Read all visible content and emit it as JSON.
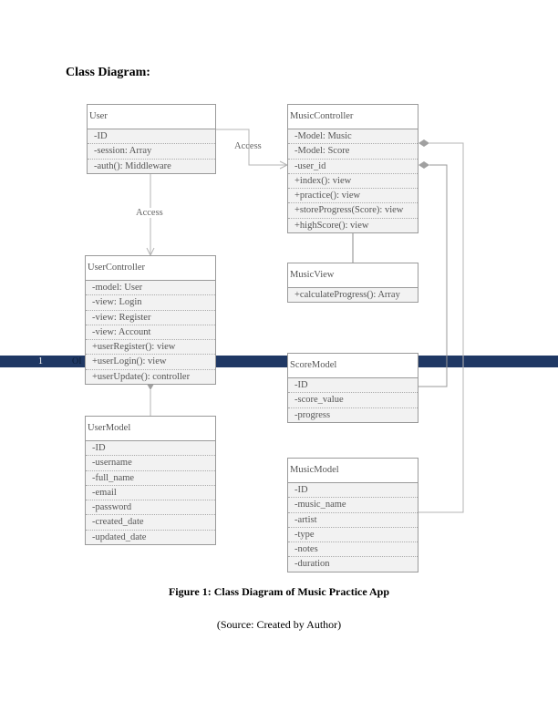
{
  "page": {
    "number": "1",
    "header_fragment": "OI"
  },
  "heading": "Class Diagram:",
  "diagram": {
    "classes": {
      "user": {
        "name": "User",
        "members": [
          "-ID",
          "-session: Array",
          "-auth(): Middleware"
        ]
      },
      "music_controller": {
        "name": "MusicController",
        "members": [
          "-Model: Music",
          "-Model: Score",
          "-user_id",
          "+index(): view",
          "+practice(): view",
          "+storeProgress(Score): view",
          "+highScore(): view"
        ]
      },
      "music_view": {
        "name": "MusicView",
        "members": [
          "+calculateProgress(): Array"
        ]
      },
      "user_controller": {
        "name": "UserController",
        "members": [
          "-model: User",
          "-view: Login",
          "-view: Register",
          "-view: Account",
          "+userRegister(): view",
          "+userLogin(): view",
          "+userUpdate(): controller"
        ]
      },
      "score_model": {
        "name": "ScoreModel",
        "members": [
          "-ID",
          "-score_value",
          "-progress"
        ]
      },
      "user_model": {
        "name": "UserModel",
        "members": [
          "-ID",
          "-username",
          "-full_name",
          "-email",
          "-password",
          "-created_date",
          "-updated_date"
        ]
      },
      "music_model": {
        "name": "MusicModel",
        "members": [
          "-ID",
          "-music_name",
          "-artist",
          "-type",
          "-notes",
          "-duration"
        ]
      }
    },
    "relations": {
      "access_1": "Access",
      "access_2": "Access"
    }
  },
  "caption": "Figure 1: Class Diagram of Music Practice App",
  "source": "(Source: Created by Author)"
}
